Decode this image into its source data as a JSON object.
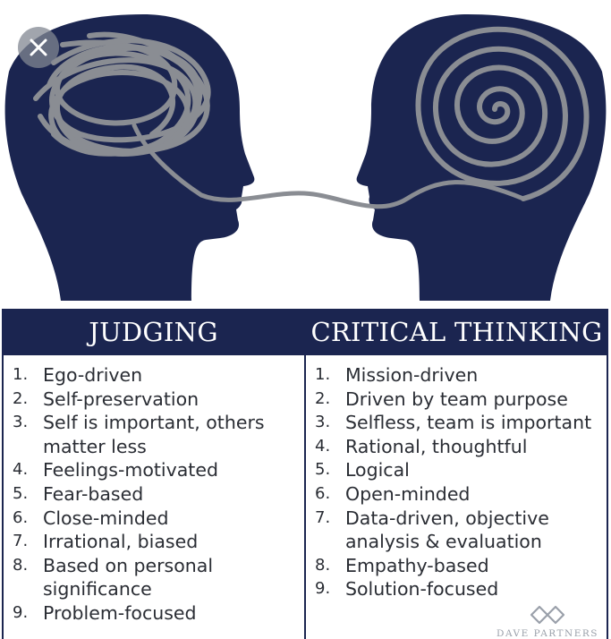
{
  "header": {
    "left_title": "JUDGING",
    "right_title": "CRITICAL THINKING"
  },
  "judging": {
    "items": [
      {
        "num": "1.",
        "text": "Ego-driven"
      },
      {
        "num": "2.",
        "text": "Self-preservation"
      },
      {
        "num": "3.",
        "text": "Self is important, others matter less"
      },
      {
        "num": "4.",
        "text": "Feelings-motivated"
      },
      {
        "num": "5.",
        "text": "Fear-based"
      },
      {
        "num": "6.",
        "text": "Close-minded"
      },
      {
        "num": "7.",
        "text": "Irrational, biased"
      },
      {
        "num": "8.",
        "text": "Based on personal significance"
      },
      {
        "num": "9.",
        "text": "Problem-focused"
      }
    ]
  },
  "critical_thinking": {
    "items": [
      {
        "num": "1.",
        "text": "Mission-driven"
      },
      {
        "num": "2.",
        "text": "Driven by team purpose"
      },
      {
        "num": "3.",
        "text": "Selfless, team is important"
      },
      {
        "num": "4.",
        "text": "Rational, thoughtful"
      },
      {
        "num": "5.",
        "text": "Logical"
      },
      {
        "num": "6.",
        "text": "Open-minded"
      },
      {
        "num": "7.",
        "text": "Data-driven, objective analysis & evaluation"
      },
      {
        "num": "8.",
        "text": "Empathy-based"
      },
      {
        "num": "9.",
        "text": "Solution-focused"
      }
    ]
  },
  "logo": {
    "text": "DAVE PARTNERS"
  },
  "colors": {
    "navy": "#1b2550",
    "scribble": "#8a8d93",
    "text": "#2a2d34"
  },
  "icons": {
    "close": "close-icon",
    "logo": "diamond-logo-icon"
  }
}
